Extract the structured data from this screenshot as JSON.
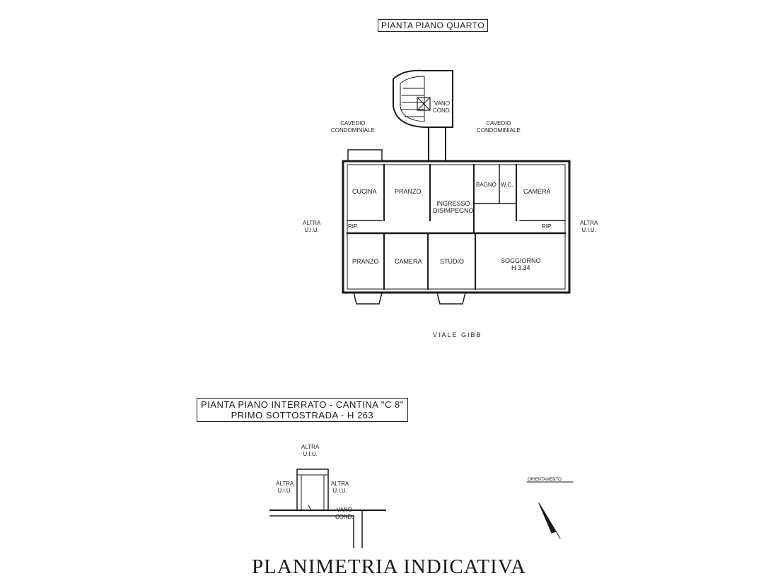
{
  "upper_plan": {
    "title": "PIANTA PIANO QUARTO",
    "labels": {
      "cavedio_left": "CAVEDIO\nCONDOMINIALE",
      "cavedio_right": "CAVEDIO\nCONDOMINIALE",
      "vano_cond": "VANO\nCOND.",
      "altra_uiu_left": "ALTRA\nU.I.U.",
      "altra_uiu_right": "ALTRA\nU.I.U.",
      "cucina": "CUCINA",
      "pranzo_top": "PRANZO",
      "ingresso": "INGRESSO\nDISIMPEGNO",
      "bagno": "BAGNO",
      "wc": "W.C.",
      "camera_top": "CAMERA",
      "rip_left": "RIP.",
      "rip_right": "RIP.",
      "pranzo_bottom": "PRANZO",
      "camera_bottom": "CAMERA",
      "studio": "STUDIO",
      "soggiorno": "SOGGIORNO\nH 3.34",
      "street": "VIALE GIBB"
    }
  },
  "lower_plan": {
    "title_line1": "PIANTA PIANO INTERRATO - CANTINA \"C 8\"",
    "title_line2": "PRIMO SOTTOSTRADA - H 263",
    "labels": {
      "altra_top": "ALTRA\nU.I.U.",
      "altra_left": "ALTRA\nU.I.U.",
      "altra_right": "ALTRA\nU.I.U.",
      "vano_cond": "VANO\nCOND.",
      "orientamento": "ORIENTAMENTO"
    }
  },
  "footer": {
    "title": "PLANIMETRIA INDICATIVA"
  }
}
